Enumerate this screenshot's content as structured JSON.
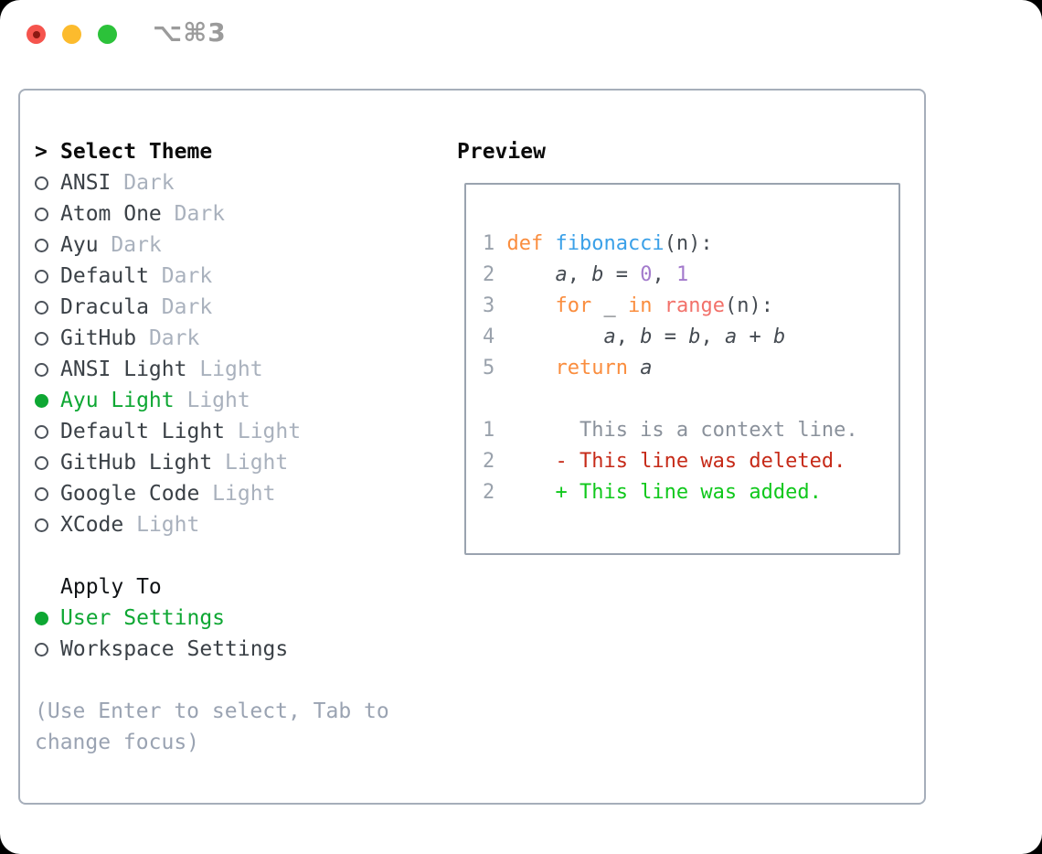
{
  "window": {
    "title_shortcut": "⌥⌘3"
  },
  "theme_selector": {
    "header": {
      "marker": ">",
      "label": "Select Theme"
    },
    "themes": [
      {
        "name": "ANSI",
        "variant": "Dark",
        "selected": false
      },
      {
        "name": "Atom One",
        "variant": "Dark",
        "selected": false
      },
      {
        "name": "Ayu",
        "variant": "Dark",
        "selected": false
      },
      {
        "name": "Default",
        "variant": "Dark",
        "selected": false
      },
      {
        "name": "Dracula",
        "variant": "Dark",
        "selected": false
      },
      {
        "name": "GitHub",
        "variant": "Dark",
        "selected": false
      },
      {
        "name": "ANSI Light",
        "variant": "Light",
        "selected": false
      },
      {
        "name": "Ayu Light",
        "variant": "Light",
        "selected": true
      },
      {
        "name": "Default Light",
        "variant": "Light",
        "selected": false
      },
      {
        "name": "GitHub Light",
        "variant": "Light",
        "selected": false
      },
      {
        "name": "Google Code",
        "variant": "Light",
        "selected": false
      },
      {
        "name": "XCode",
        "variant": "Light",
        "selected": false
      }
    ],
    "apply_to": {
      "label": "Apply To",
      "options": [
        {
          "label": "User Settings",
          "selected": true
        },
        {
          "label": "Workspace Settings",
          "selected": false
        }
      ]
    },
    "hint": "(Use Enter to select, Tab to change focus)"
  },
  "preview": {
    "label": "Preview",
    "code_lines": [
      {
        "number": "1",
        "segments": [
          {
            "text": "def ",
            "style": "keyword"
          },
          {
            "text": "fibonacci",
            "style": "function"
          },
          {
            "text": "(n):",
            "style": "plain"
          }
        ]
      },
      {
        "number": "2",
        "segments": [
          {
            "text": "    ",
            "style": "plain"
          },
          {
            "text": "a",
            "style": "variable"
          },
          {
            "text": ", ",
            "style": "plain"
          },
          {
            "text": "b",
            "style": "variable"
          },
          {
            "text": " = ",
            "style": "plain"
          },
          {
            "text": "0",
            "style": "number"
          },
          {
            "text": ", ",
            "style": "plain"
          },
          {
            "text": "1",
            "style": "number"
          }
        ]
      },
      {
        "number": "3",
        "segments": [
          {
            "text": "    ",
            "style": "plain"
          },
          {
            "text": "for",
            "style": "keyword"
          },
          {
            "text": " _ ",
            "style": "plain"
          },
          {
            "text": "in",
            "style": "keyword"
          },
          {
            "text": " ",
            "style": "plain"
          },
          {
            "text": "range",
            "style": "builtin"
          },
          {
            "text": "(n):",
            "style": "plain"
          }
        ]
      },
      {
        "number": "4",
        "segments": [
          {
            "text": "        ",
            "style": "plain"
          },
          {
            "text": "a",
            "style": "variable"
          },
          {
            "text": ", ",
            "style": "plain"
          },
          {
            "text": "b",
            "style": "variable"
          },
          {
            "text": " = ",
            "style": "plain"
          },
          {
            "text": "b",
            "style": "variable"
          },
          {
            "text": ", ",
            "style": "plain"
          },
          {
            "text": "a",
            "style": "variable"
          },
          {
            "text": " + ",
            "style": "plain"
          },
          {
            "text": "b",
            "style": "variable"
          }
        ]
      },
      {
        "number": "5",
        "segments": [
          {
            "text": "    ",
            "style": "plain"
          },
          {
            "text": "return",
            "style": "keyword"
          },
          {
            "text": " ",
            "style": "plain"
          },
          {
            "text": "a",
            "style": "variable"
          }
        ]
      },
      {
        "number": "",
        "segments": []
      },
      {
        "number": "1",
        "segments": [
          {
            "text": "      This is a context line.",
            "style": "context"
          }
        ]
      },
      {
        "number": "2",
        "segments": [
          {
            "text": "    - This line was deleted.",
            "style": "deleted"
          }
        ]
      },
      {
        "number": "2",
        "segments": [
          {
            "text": "    + This line was added.",
            "style": "added"
          }
        ]
      }
    ]
  },
  "colors": {
    "accent_green": "#0ea733",
    "added_green": "#10c81c",
    "deleted_red": "#c62a18",
    "keyword_orange": "#fa8d3e",
    "function_blue": "#3aa0e8",
    "number_purple": "#a37acc",
    "builtin_coral": "#f2716a",
    "code_text": "#454b52",
    "line_number": "#9aa2ac",
    "context_gray": "#8a919b",
    "list_text": "#3b4147",
    "variant_gray": "#a9b1bd",
    "hint_gray": "#9aa3b2",
    "panel_border": "#a6aeba",
    "preview_border": "#9aa3af",
    "title_gray": "#9b9b9b",
    "circle_outline": "#4d535b",
    "traffic_red": "#f5544d",
    "traffic_red_dot": "#8c1912",
    "traffic_yellow": "#fcbb2d",
    "traffic_green": "#2cc23a"
  }
}
